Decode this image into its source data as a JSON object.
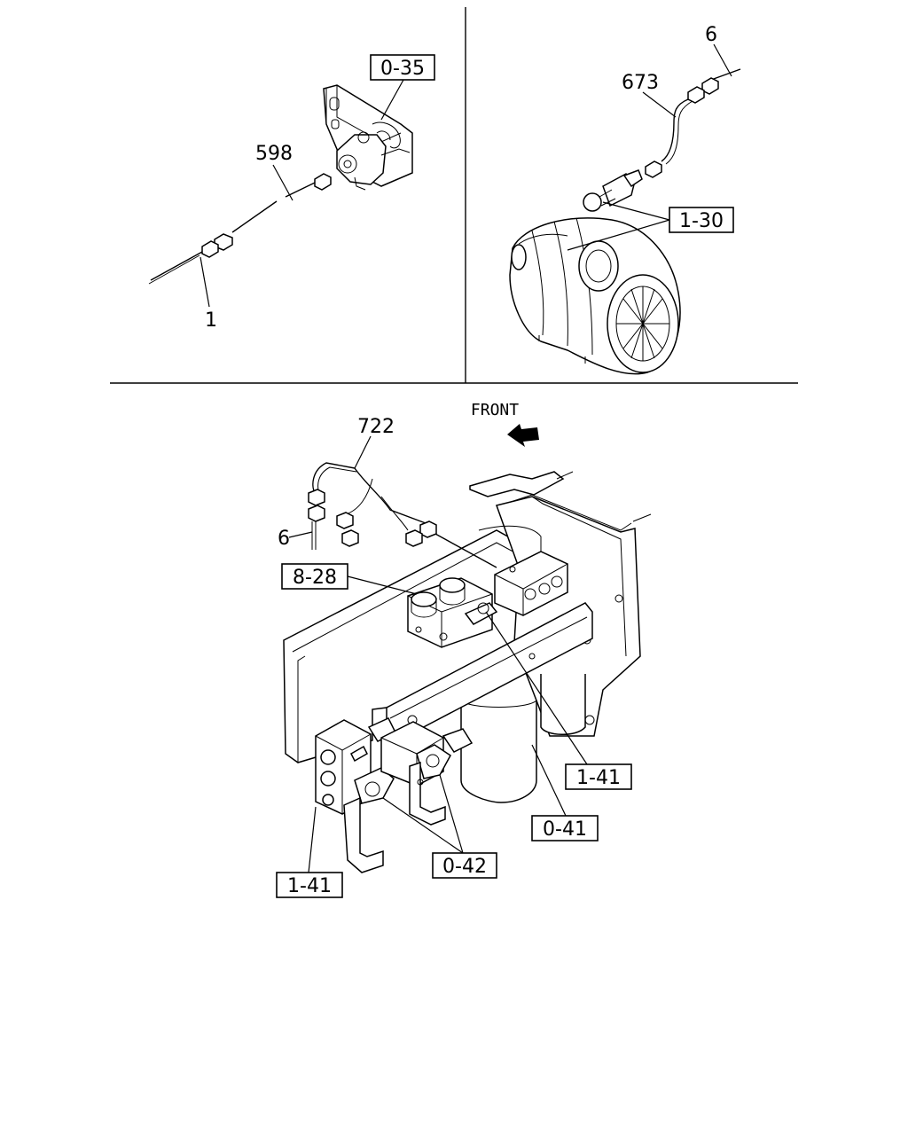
{
  "callouts": {
    "ref_0_35": "0-35",
    "part_598": "598",
    "part_1": "1",
    "part_6_top": "6",
    "part_673": "673",
    "ref_1_30": "1-30",
    "part_722": "722",
    "front": "FRONT",
    "part_6_bottom": "6",
    "ref_8_28": "8-28",
    "ref_1_41_right": "1-41",
    "ref_0_41": "0-41",
    "ref_0_42": "0-42",
    "ref_1_41_left": "1-41"
  },
  "icons": {
    "front_arrow": "arrow-left-up-icon"
  }
}
